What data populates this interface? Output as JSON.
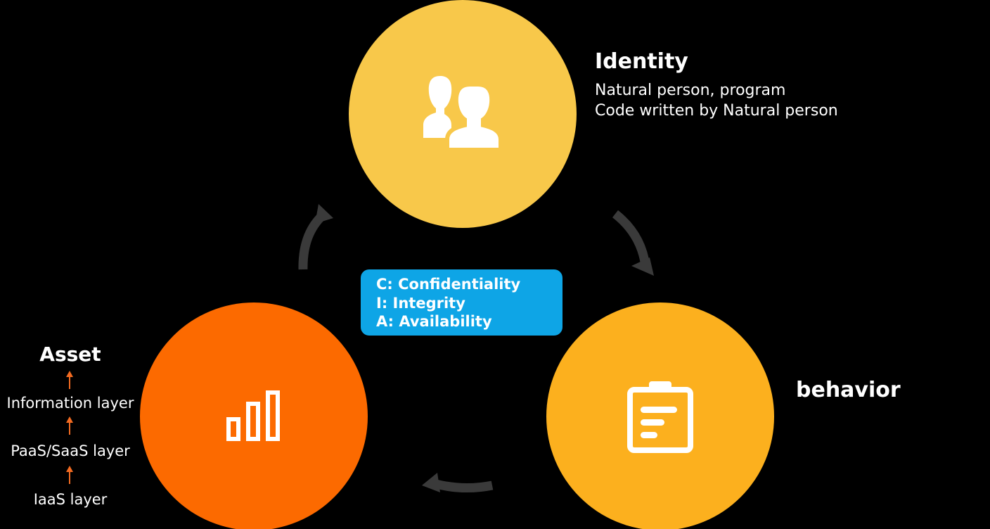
{
  "colors": {
    "background": "#000000",
    "identity_circle": "#f8c84a",
    "behavior_circle": "#fcb01e",
    "asset_circle": "#fc6a00",
    "cia_box": "#0ea5e6",
    "cycle_arrow": "#3a3a3a",
    "layer_arrow": "#f36b21",
    "text": "#ffffff"
  },
  "identity": {
    "title": "Identity",
    "lines": [
      "Natural person, program",
      "Code written by Natural person"
    ],
    "icon": "users-icon"
  },
  "behavior": {
    "title": "behavior",
    "icon": "clipboard-icon"
  },
  "asset": {
    "title": "Asset",
    "icon": "bar-chart-icon",
    "layers": [
      "Information layer",
      "PaaS/SaaS layer",
      "IaaS layer"
    ]
  },
  "cia": {
    "lines": [
      "C: Confidentiality",
      "I: Integrity",
      "A: Availability"
    ]
  }
}
